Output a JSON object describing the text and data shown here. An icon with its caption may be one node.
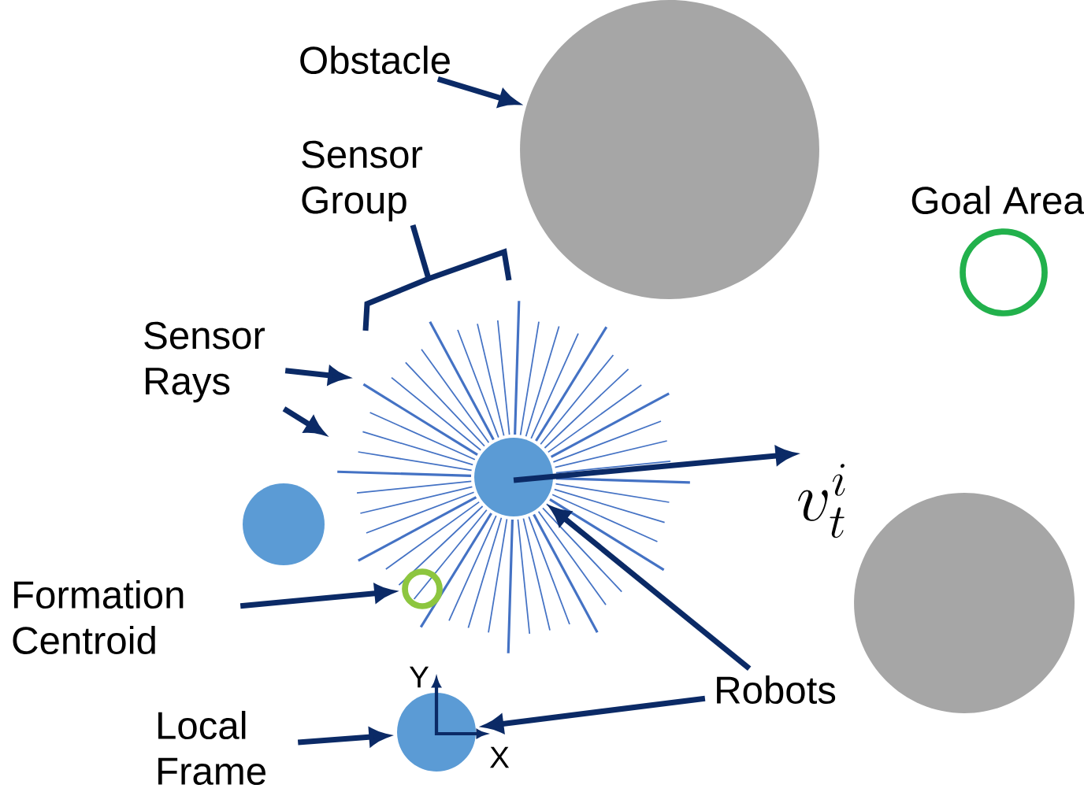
{
  "diagram": {
    "nodes": [
      {
        "text": [
          "Obstacle"
        ]
      },
      {
        "text": [],
        "shape": "circle"
      },
      {
        "text": [
          "Goal Area"
        ]
      },
      {
        "text": [
          "Sensor Rays"
        ]
      },
      {
        "text": [],
        "shape": "circle",
        "in": 12
      },
      {
        "text": [],
        "shape": "circle"
      },
      {
        "text": [
          "Formation Centroid"
        ]
      },
      {
        "text": [],
        "shape": "circle",
        "in": 12
      },
      {
        "text": [
          "Robots"
        ]
      },
      {
        "text": [],
        "shape": "circle"
      },
      {
        "text": [
          "Local Frame"
        ]
      },
      {
        "text": [],
        "shape": "circle"
      },
      {
        "text": [],
        "shape": "rays"
      }
    ],
    "edges": [
      {
        "from": 0,
        "to": 1,
        "arrow": "to"
      },
      {
        "from": 3,
        "to": 12,
        "arrow": "to"
      },
      {
        "from": 3,
        "to": 12,
        "arrow": "to"
      },
      {
        "from": 6,
        "to": 7,
        "arrow": "to"
      },
      {
        "from": 10,
        "to": 11,
        "arrow": "to"
      },
      {
        "from": 8,
        "to": 4,
        "arrow": "to"
      },
      {
        "from": 8,
        "to": 11,
        "arrow": "to"
      }
    ],
    "labels": [
      "Sensor Group",
      "v_t^i",
      "Y",
      "X"
    ]
  }
}
